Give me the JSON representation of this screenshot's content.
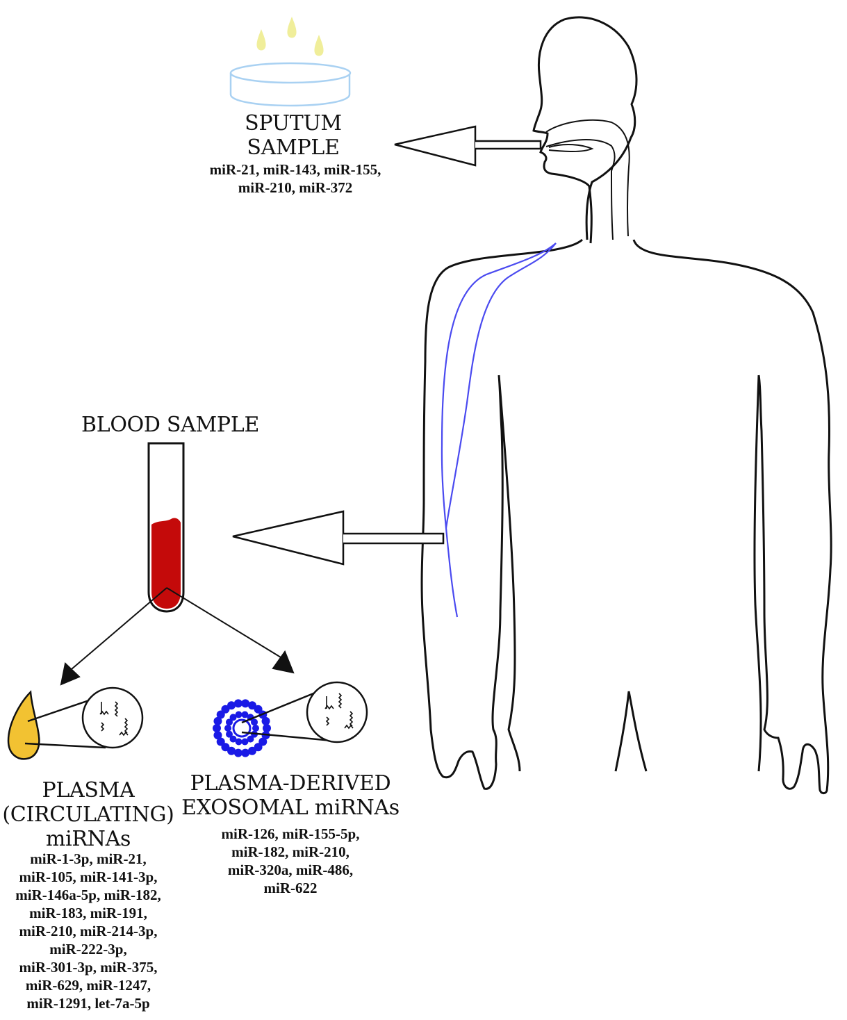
{
  "sputum": {
    "title": "SPUTUM\nSAMPLE",
    "mirnas": "miR-21, miR-143, miR-155,\nmiR-210, miR-372"
  },
  "blood": {
    "title": "BLOOD SAMPLE"
  },
  "plasma": {
    "title": "PLASMA\n(CIRCULATING)\nmiRNAs",
    "mirnas": "miR-1-3p, miR-21,\nmiR-105, miR-141-3p,\nmiR-146a-5p, miR-182,\nmiR-183, miR-191,\nmiR-210, miR-214-3p,\nmiR-222-3p,\nmiR-301-3p, miR-375,\nmiR-629, miR-1247,\nmiR-1291, let-7a-5p"
  },
  "exosomal": {
    "title": "PLASMA-DERIVED\nEXOSOMAL miRNAs",
    "mirnas": "miR-126, miR-155-5p,\nmiR-182, miR-210,\nmiR-320a, miR-486,\nmiR-622"
  },
  "colors": {
    "outline": "#111111",
    "vessel": "#4a4af0",
    "blood": "#c40a0a",
    "plasma": "#f2c232",
    "exosome": "#1a1ae6",
    "drops": "#f0ee9a",
    "dish": "#a9d1f2"
  }
}
